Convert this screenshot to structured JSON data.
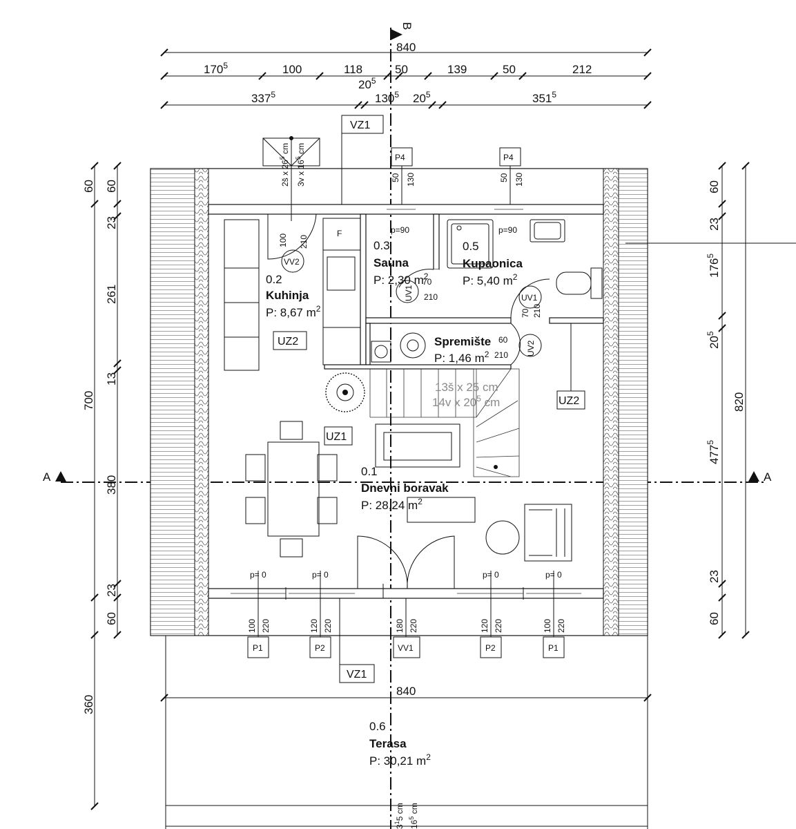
{
  "section_markers": {
    "a_left": "A",
    "a_right": "A",
    "b_top": "B"
  },
  "top_dims": {
    "overall": "840",
    "row1": [
      {
        "v": "170",
        "s": "5"
      },
      {
        "v": "100",
        "s": ""
      },
      {
        "v": "118",
        "s": ""
      },
      {
        "v": "50",
        "s": ""
      },
      {
        "v": "139",
        "s": ""
      },
      {
        "v": "50",
        "s": ""
      },
      {
        "v": "212",
        "s": ""
      }
    ],
    "sub_20": {
      "v": "20",
      "s": "5"
    },
    "row2": [
      {
        "v": "337",
        "s": "5"
      },
      {
        "v": "130",
        "s": "5"
      },
      {
        "v": "20",
        "s": "5"
      },
      {
        "v": "351",
        "s": "5"
      }
    ]
  },
  "left_dims": [
    "60",
    "60",
    "23",
    "261",
    "13",
    "700",
    "380",
    "23",
    "60",
    "360"
  ],
  "right_dims": [
    {
      "v": "60",
      "s": ""
    },
    {
      "v": "23",
      "s": ""
    },
    {
      "v": "176",
      "s": "5"
    },
    {
      "v": "20",
      "s": "5"
    },
    {
      "v": "477",
      "s": "5"
    },
    {
      "v": "820",
      "s": ""
    },
    {
      "v": "23",
      "s": ""
    },
    {
      "v": "60",
      "s": ""
    }
  ],
  "bottom_dim": "840",
  "chimney": {
    "a": "2š x 26",
    "a_s": "5",
    "a_u": " cm",
    "b": "3v x 16",
    "b_s": "5",
    "b_u": " cm"
  },
  "rooms": [
    {
      "num": "0.2",
      "name": "Kuhinja",
      "area": "P: 8,67 m",
      "sup": "2"
    },
    {
      "num": "0.3",
      "name": "Sauna",
      "area": "P: 2,30 m",
      "sup": "2"
    },
    {
      "num": "0.5",
      "name": "Kupaonica",
      "area": "P: 5,40 m",
      "sup": "2"
    },
    {
      "num": "",
      "name": "Spremište",
      "area": "P: 1,46 m",
      "sup": "2"
    },
    {
      "num": "0.1",
      "name": "Dnevni boravak",
      "area": "P: 28,24 m",
      "sup": "2"
    },
    {
      "num": "0.6",
      "name": "Terasa",
      "area": "P: 30,21 m",
      "sup": "2"
    }
  ],
  "stairs": {
    "l1": "13š x 25 cm",
    "l2": "14v x 20",
    "l2_s": "5",
    "l2_u": " cm"
  },
  "tags": {
    "vz1": "VZ1",
    "uz1": "UZ1",
    "uz2": "UZ2",
    "p1": "P1",
    "p2": "P2",
    "p4": "P4",
    "vv1": "VV1",
    "vv2": "VV2",
    "uv1": "UV1",
    "uv2": "UV2",
    "fridge": "F"
  },
  "opening_dims": {
    "d50": "50",
    "d130": "130",
    "d100": "100",
    "d120": "120",
    "d180": "180",
    "d220": "220",
    "d210": "210",
    "d70": "70",
    "d60": "60",
    "p0": "p= 0",
    "p90": "p=90"
  },
  "bottom_cut": {
    "a": "3",
    "a_s": "1",
    "a_tail": "5 cm",
    "b": "16",
    "b_s": "5",
    "b_u": " cm"
  }
}
